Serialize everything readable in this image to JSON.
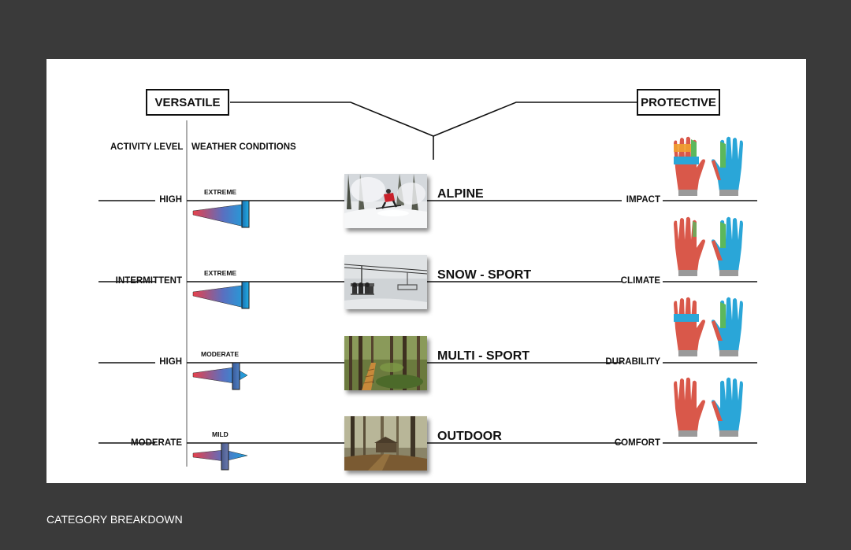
{
  "scale": {
    "left_label": "VERSATILE",
    "right_label": "PROTECTIVE"
  },
  "headers": {
    "activity_level": "ACTIVITY LEVEL",
    "weather_conditions": "WEATHER CONDITIONS"
  },
  "rows": [
    {
      "activity": "HIGH",
      "weather": "EXTREME",
      "category": "ALPINE",
      "protection": "IMPACT",
      "weather_level": "extreme",
      "photo": "skier-in-snow-forest"
    },
    {
      "activity": "INTERMITTENT",
      "weather": "EXTREME",
      "category": "SNOW - SPORT",
      "protection": "CLIMATE",
      "weather_level": "extreme",
      "photo": "chairlift"
    },
    {
      "activity": "HIGH",
      "weather": "MODERATE",
      "category": "MULTI - SPORT",
      "protection": "DURABILITY",
      "weather_level": "moderate",
      "photo": "forest-boardwalk"
    },
    {
      "activity": "MODERATE",
      "weather": "MILD",
      "category": "OUTDOOR",
      "protection": "COMFORT",
      "weather_level": "mild",
      "photo": "misty-forest"
    }
  ],
  "colors": {
    "warm": "#e8404a",
    "cool": "#1aa3dd",
    "glove_red": "#d9584a",
    "glove_blue": "#2aa6d8",
    "glove_green": "#5cb85c",
    "glove_orange": "#f0a030"
  },
  "caption": "CATEGORY BREAKDOWN"
}
